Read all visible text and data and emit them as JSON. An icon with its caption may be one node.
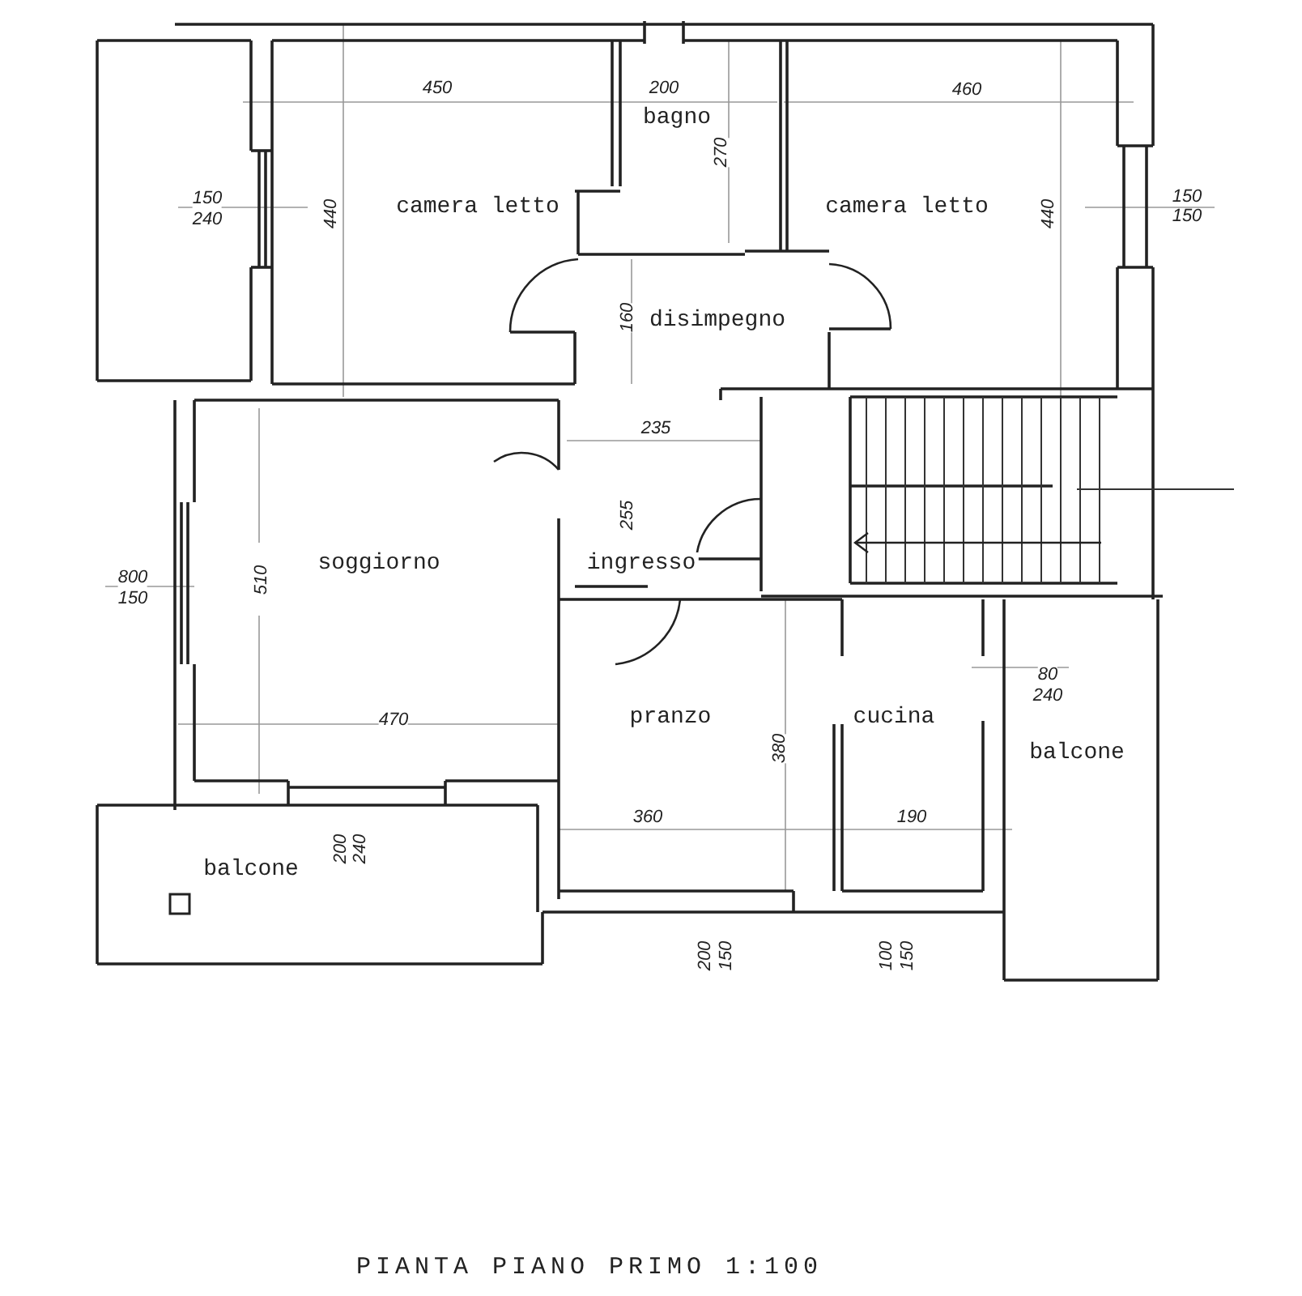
{
  "diagram": {
    "caption": "PIANTA PIANO PRIMO 1:100",
    "labels": [
      "450",
      "200",
      "460",
      "bagno",
      "270",
      "150",
      "240",
      "440",
      "camera letto",
      "camera letto",
      "440",
      "150",
      "150",
      "160",
      "disimpegno",
      "235",
      "255",
      "800",
      "150",
      "510",
      "soggiorno",
      "ingresso",
      "80",
      "240",
      "470",
      "pranzo",
      "380",
      "cucina",
      "balcone",
      "360",
      "190",
      "balcone",
      "200",
      "240",
      "200",
      "150",
      "100",
      "150"
    ]
  }
}
